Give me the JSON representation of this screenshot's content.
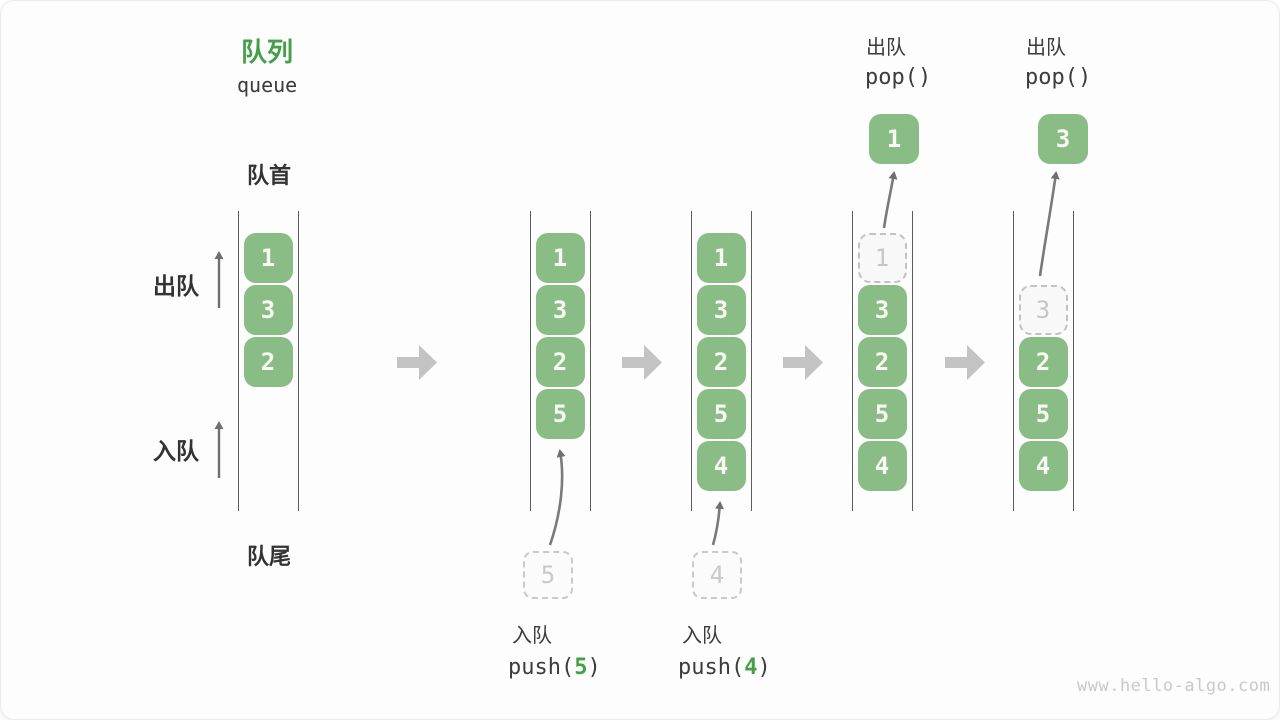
{
  "title": {
    "zh": "队列",
    "en": "queue"
  },
  "labels": {
    "front": "队首",
    "rear": "队尾",
    "dequeue": "出队",
    "enqueue": "入队"
  },
  "states": [
    {
      "cells": [
        {
          "v": "1"
        },
        {
          "v": "3"
        },
        {
          "v": "2"
        }
      ]
    },
    {
      "cells": [
        {
          "v": "1"
        },
        {
          "v": "3"
        },
        {
          "v": "2"
        },
        {
          "v": "5"
        }
      ]
    },
    {
      "cells": [
        {
          "v": "1"
        },
        {
          "v": "3"
        },
        {
          "v": "2"
        },
        {
          "v": "5"
        },
        {
          "v": "4"
        }
      ]
    },
    {
      "cells": [
        {
          "v": "1",
          "ghost": true
        },
        {
          "v": "3"
        },
        {
          "v": "2"
        },
        {
          "v": "5"
        },
        {
          "v": "4"
        }
      ],
      "popped": "1"
    },
    {
      "cells": [
        {
          "v": "3",
          "ghost": true
        },
        {
          "v": "2"
        },
        {
          "v": "5"
        },
        {
          "v": "4"
        }
      ],
      "popped": "3"
    }
  ],
  "operations": {
    "push5": {
      "label": "入队",
      "fn": "push(",
      "arg": "5",
      "close": ")",
      "staged": "5"
    },
    "push4": {
      "label": "入队",
      "fn": "push(",
      "arg": "4",
      "close": ")",
      "staged": "4"
    },
    "pop1": {
      "label": "出队",
      "code": "pop()"
    },
    "pop2": {
      "label": "出队",
      "code": "pop()"
    }
  },
  "watermark": "www.hello-algo.com",
  "colors": {
    "accent_green": "#43A047",
    "cell_green": "#8ABD86",
    "cell_text": "#FAFAF5",
    "block_arrow_gray": "#C3C3C3",
    "thin_arrow_gray": "#6F6F6F",
    "ghost_gray": "#C6C6C6",
    "text_dark": "#3C3C3C",
    "wall_gray": "#5C5C5C",
    "watermark_gray": "#C9C9C9"
  }
}
